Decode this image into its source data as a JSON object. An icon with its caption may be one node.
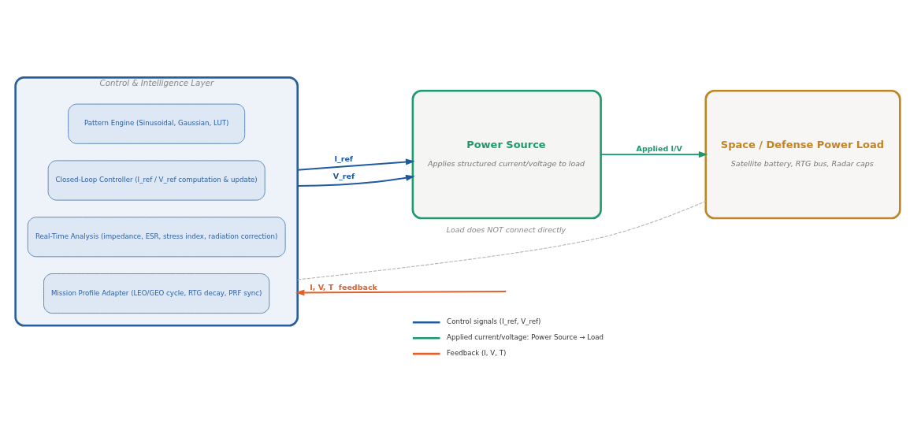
{
  "diagram": {
    "nodes": [
      {
        "text": [
          "Control & Intelligence Layer"
        ]
      },
      {
        "text": [
          "Pattern Engine (Sinusoidal, Gaussian, LUT)"
        ],
        "in": 0
      },
      {
        "text": [
          "Closed-Loop Controller (I_ref / V_ref computation & update)"
        ],
        "in": 0
      },
      {
        "text": [
          "Real-Time Analysis (impedance, ESR, stress index, radiation correction)"
        ],
        "in": 0
      },
      {
        "text": [
          "Mission Profile Adapter (LEO/GEO cycle, RTG decay, PRF sync)"
        ],
        "in": 0
      },
      {
        "text": [
          "Power Source",
          "Applies structured current/voltage to load"
        ]
      },
      {
        "text": [
          "Space / Defense Power Load",
          "Satellite battery, RTG bus, Radar caps"
        ]
      }
    ],
    "edges": [
      {
        "from": 0,
        "to": 5,
        "arrow": "to",
        "label": "I_ref"
      },
      {
        "from": 0,
        "to": 5,
        "arrow": "to",
        "label": "V_ref"
      },
      {
        "from": 5,
        "to": 6,
        "arrow": "to",
        "label": "Applied I/V",
        "color": "#1a9a6c"
      },
      {
        "from": null,
        "to": 0,
        "arrow": "to",
        "label": "I, V, T  feedback",
        "color": "#e0622a"
      },
      {
        "from": 6,
        "to": 0,
        "arrow": "none",
        "style": "dashed",
        "color": "#b0b0b0",
        "label": "Load does NOT connect directly"
      }
    ],
    "legend": [
      {
        "text": "Control signals (I_ref, V_ref)"
      },
      {
        "text": "Applied current/voltage: Power Source → Load"
      },
      {
        "text": "Feedback (I, V, T)"
      }
    ]
  }
}
